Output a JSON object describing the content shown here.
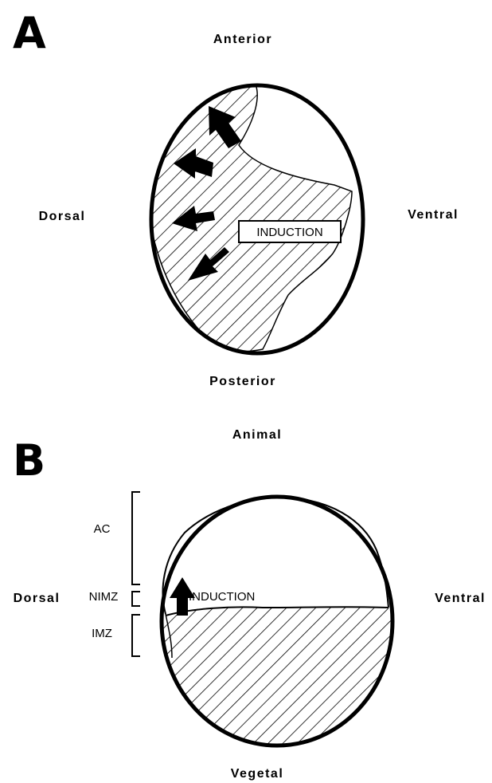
{
  "panel_a": {
    "letter": "A",
    "anterior": "Anterior",
    "posterior": "Posterior",
    "dorsal": "Dorsal",
    "ventral": "Ventral",
    "induction": "INDUCTION"
  },
  "panel_b": {
    "letter": "B",
    "animal": "Animal",
    "vegetal": "Vegetal",
    "dorsal": "Dorsal",
    "ventral": "Ventral",
    "induction": "INDUCTION",
    "regions": {
      "ac": "AC",
      "nimz": "NIMZ",
      "imz": "IMZ"
    }
  }
}
